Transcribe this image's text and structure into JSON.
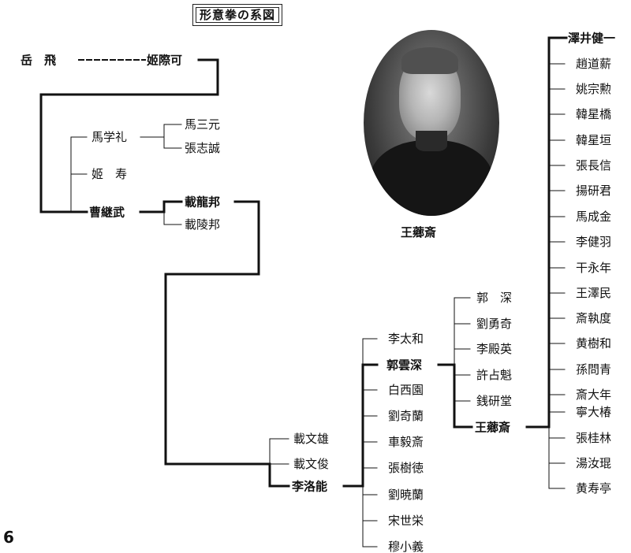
{
  "title": "形意拳の系図",
  "portrait_caption": "王薌斎",
  "page_number": "6",
  "people": {
    "yuefei": "岳　飛",
    "jijike": "姬際可",
    "maxueli": "馬学礼",
    "jishou": "姬　寿",
    "caojiwu": "曹継武",
    "masanyuan": "馬三元",
    "zhangzhicheng": "張志誠",
    "dailongbang": "載龍邦",
    "dailingbang": "載陵邦",
    "daiwenxiong": "載文雄",
    "daiwenjun": "載文俊",
    "liluoneng": "李洛能",
    "litaihe": "李太和",
    "guoyunshen": "郭雲深",
    "baixiyuan": "白西園",
    "liuqilan": "劉奇蘭",
    "cheyizhai": "車毅斎",
    "zhangshude": "張樹徳",
    "liuxiaolan": "劉暁蘭",
    "songshirong": "宋世栄",
    "muxiaoyi": "穆小義",
    "guoshen": "郭　深",
    "liuyongqi": "劉勇奇",
    "lidianying": "李殿英",
    "xuzhankui": "許占魁",
    "qianyantang": "銭研堂",
    "wangxiangzhai": "王薌斎",
    "sawaikenichi": "澤井健一",
    "zhaodaoxin": "趙道薪",
    "yaozongxun": "姚宗勲",
    "hanxingqiao": "韓星橋",
    "hanxingyuan": "韓星垣",
    "zhangchangxin": "張長信",
    "yangyanjun": "揚研君",
    "machengjin": "馬成金",
    "lijianyu": "李健羽",
    "ganyongnian": "干永年",
    "wangzemin": "王澤民",
    "zhaizhidu": "斎執度",
    "huangshuhe": "黄樹和",
    "sunwenqing": "孫問青",
    "zhaidanian": "斎大年",
    "ningdachun": "寧大椿",
    "zhangguilin": "張桂林",
    "tangruxian": "湯汝琨",
    "huangshouting": "黄寿亭"
  }
}
